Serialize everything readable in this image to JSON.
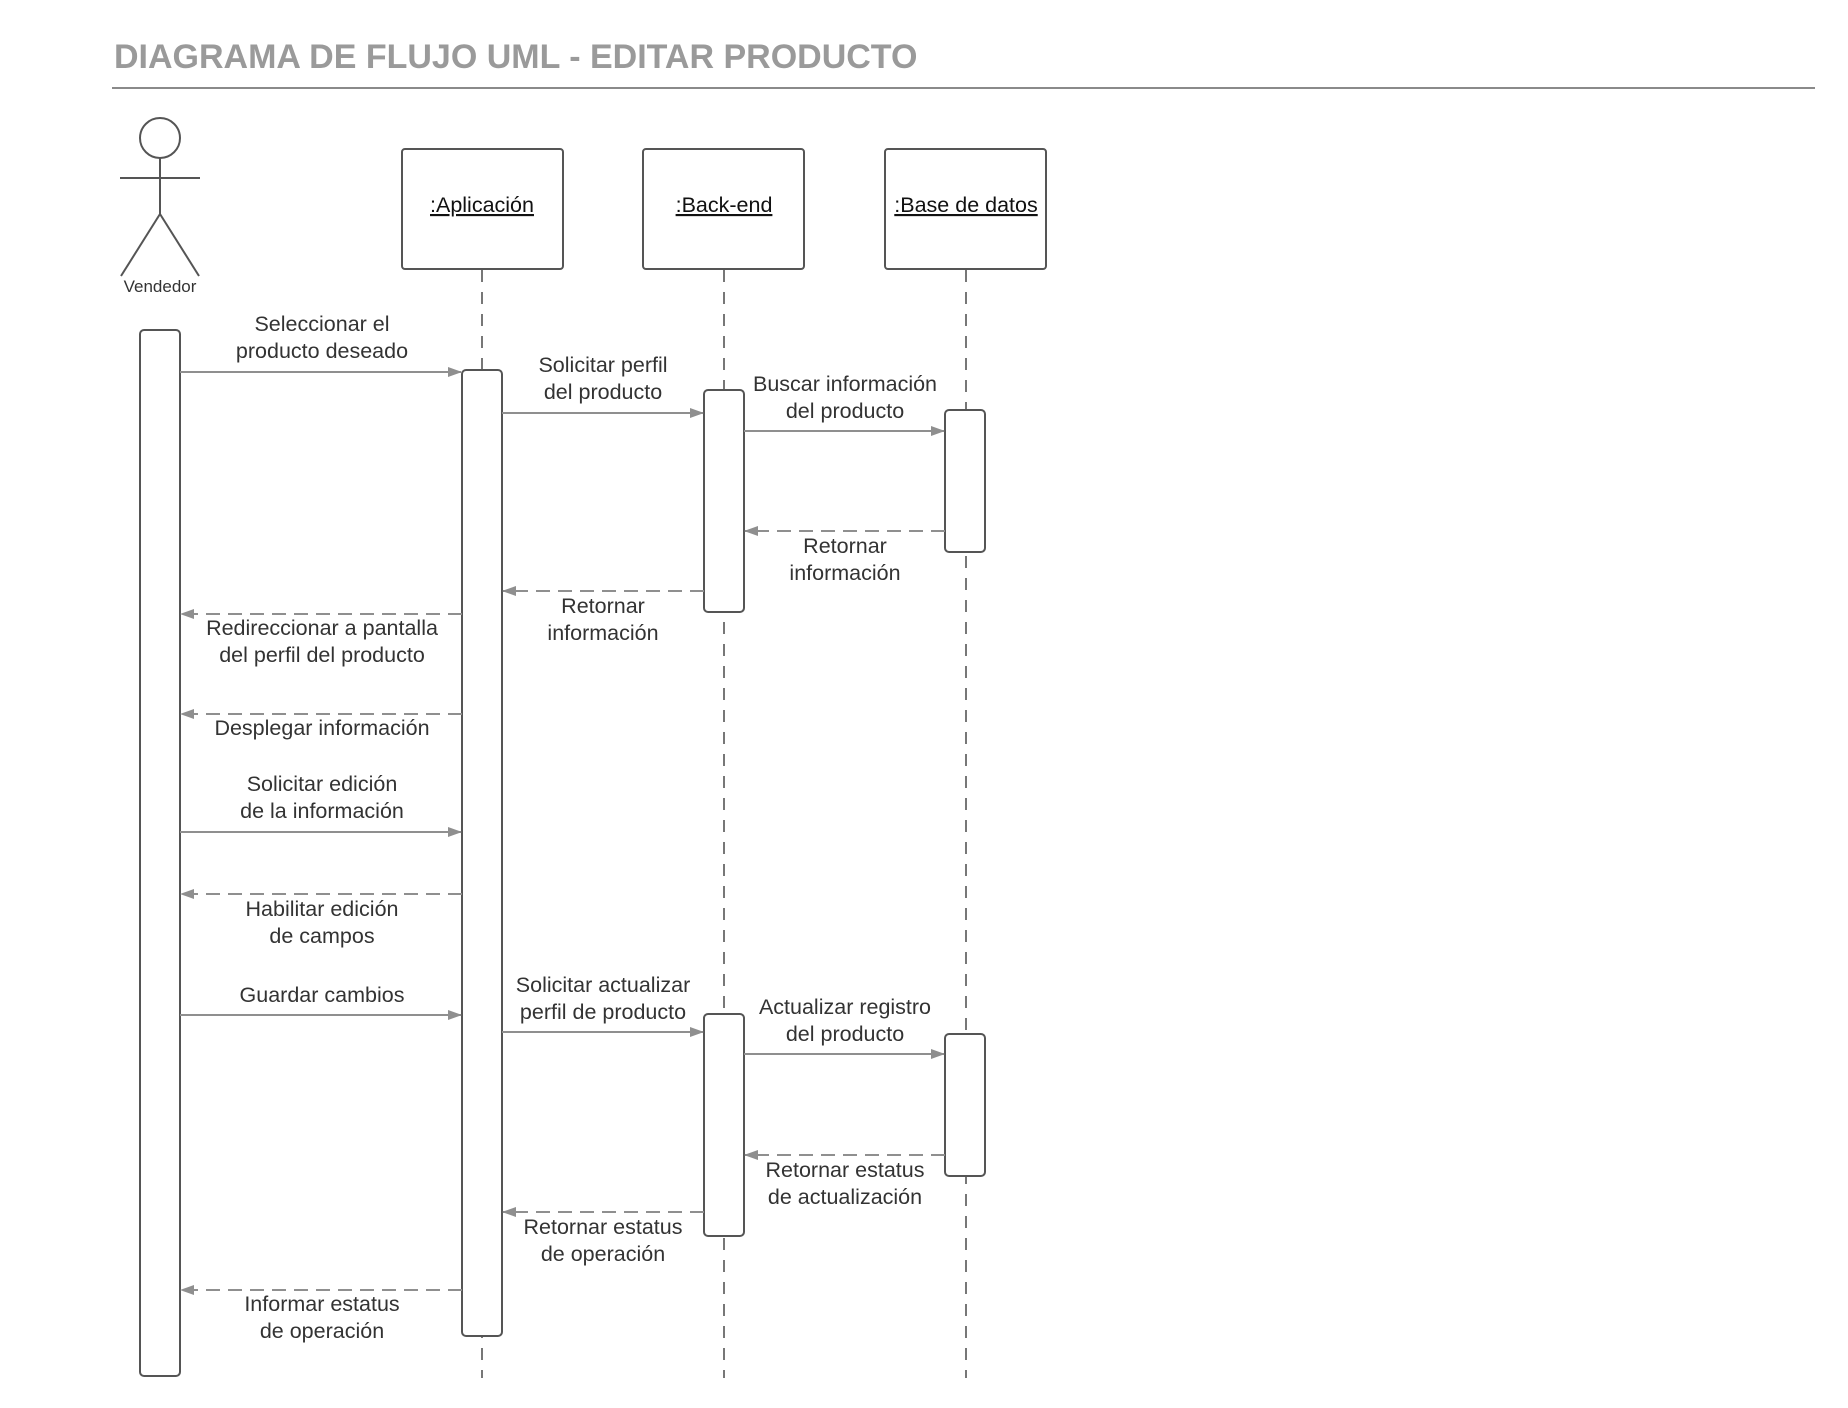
{
  "title": "DIAGRAMA DE FLUJO UML - EDITAR PRODUCTO",
  "colors": {
    "title": "#9a9a9a",
    "line": "#555555",
    "arrow": "#8f8f8f",
    "text": "#333333"
  },
  "actor": {
    "label": "Vendedor"
  },
  "participants": [
    {
      "id": "app",
      "label": ":Aplicación"
    },
    {
      "id": "back",
      "label": ":Back-end"
    },
    {
      "id": "db",
      "label": ":Base de datos"
    }
  ],
  "messages": [
    {
      "from": "actor",
      "to": "app",
      "kind": "sync",
      "lines": [
        "Seleccionar el",
        "producto deseado"
      ]
    },
    {
      "from": "app",
      "to": "back",
      "kind": "sync",
      "lines": [
        "Solicitar perfil",
        "del producto"
      ]
    },
    {
      "from": "back",
      "to": "db",
      "kind": "sync",
      "lines": [
        "Buscar información",
        "del producto"
      ]
    },
    {
      "from": "db",
      "to": "back",
      "kind": "return",
      "lines": [
        "Retornar",
        "información"
      ]
    },
    {
      "from": "back",
      "to": "app",
      "kind": "return",
      "lines": [
        "Retornar",
        "información"
      ]
    },
    {
      "from": "app",
      "to": "actor",
      "kind": "return",
      "lines": [
        "Redireccionar a pantalla",
        "del perfil del producto"
      ]
    },
    {
      "from": "app",
      "to": "actor",
      "kind": "return",
      "lines": [
        "Desplegar información"
      ]
    },
    {
      "from": "actor",
      "to": "app",
      "kind": "sync",
      "lines": [
        "Solicitar edición",
        "de la información"
      ]
    },
    {
      "from": "app",
      "to": "actor",
      "kind": "return",
      "lines": [
        "Habilitar edición",
        "de campos"
      ]
    },
    {
      "from": "actor",
      "to": "app",
      "kind": "sync",
      "lines": [
        "Guardar cambios"
      ]
    },
    {
      "from": "app",
      "to": "back",
      "kind": "sync",
      "lines": [
        "Solicitar actualizar",
        "perfil de producto"
      ]
    },
    {
      "from": "back",
      "to": "db",
      "kind": "sync",
      "lines": [
        "Actualizar registro",
        "del producto"
      ]
    },
    {
      "from": "db",
      "to": "back",
      "kind": "return",
      "lines": [
        "Retornar estatus",
        "de actualización"
      ]
    },
    {
      "from": "back",
      "to": "app",
      "kind": "return",
      "lines": [
        "Retornar estatus",
        "de operación"
      ]
    },
    {
      "from": "app",
      "to": "actor",
      "kind": "return",
      "lines": [
        "Informar estatus",
        "de operación"
      ]
    }
  ]
}
